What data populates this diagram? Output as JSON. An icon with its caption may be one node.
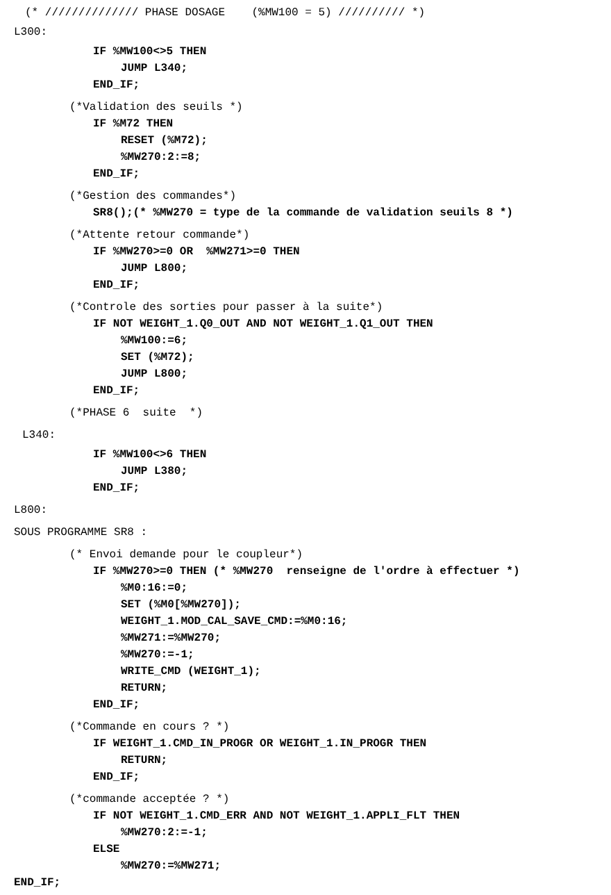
{
  "diagram": {
    "labels": [
      "(* ////////////// PHASE DOSAGE    (%MW100 = 5) ////////// *)",
      "L300:",
      "IF %MW100<>5 THEN",
      "JUMP L340;",
      "END_IF;",
      "(*Validation des seuils *)",
      "IF %M72 THEN",
      "RESET (%M72);",
      "%MW270:2:=8;",
      "END_IF;",
      "(*Gestion des commandes*)",
      "SR8();(* %MW270 = type de la commande de validation seuils 8 *)",
      "(*Attente retour commande*)",
      "IF %MW270>=0 OR  %MW271>=0 THEN",
      "JUMP L800;",
      "END_IF;",
      "(*Controle des sorties pour passer à la suite*)",
      "IF NOT WEIGHT_1.Q0_OUT AND NOT WEIGHT_1.Q1_OUT THEN",
      "%MW100:=6;",
      "SET (%M72);",
      "JUMP L800;",
      "END_IF;",
      "(*PHASE 6  suite  *)",
      "L340:",
      "IF %MW100<>6 THEN",
      "JUMP L380;",
      "END_IF;",
      "L800:",
      "SOUS PROGRAMME SR8 :",
      "(* Envoi demande pour le coupleur*)",
      "IF %MW270>=0 THEN (* %MW270  renseigne de l'ordre à effectuer *)",
      "%M0:16:=0;",
      "SET (%M0[%MW270]);",
      "WEIGHT_1.MOD_CAL_SAVE_CMD:=%M0:16;",
      "%MW271:=%MW270;",
      "%MW270:=-1;",
      "WRITE_CMD (WEIGHT_1);",
      "RETURN;",
      "END_IF;",
      "(*Commande en cours ? *)",
      "IF WEIGHT_1.CMD_IN_PROGR OR WEIGHT_1.IN_PROGR THEN",
      "RETURN;",
      "END_IF;",
      "(*commande acceptée ? *)",
      "IF NOT WEIGHT_1.CMD_ERR AND NOT WEIGHT_1.APPLI_FLT THEN",
      "%MW270:2:=-1;",
      "ELSE",
      "%MW270:=%MW271;",
      "END_IF;"
    ]
  }
}
